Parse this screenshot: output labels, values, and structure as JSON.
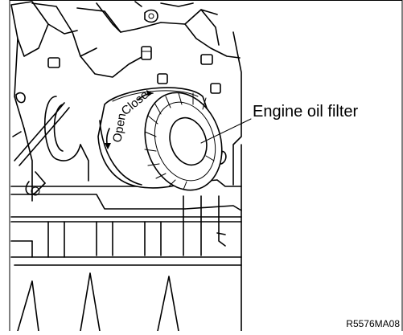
{
  "labels": {
    "callout": "Engine oil filter",
    "open": "Open",
    "close": "Close",
    "figure_code": "R5576MA08"
  }
}
